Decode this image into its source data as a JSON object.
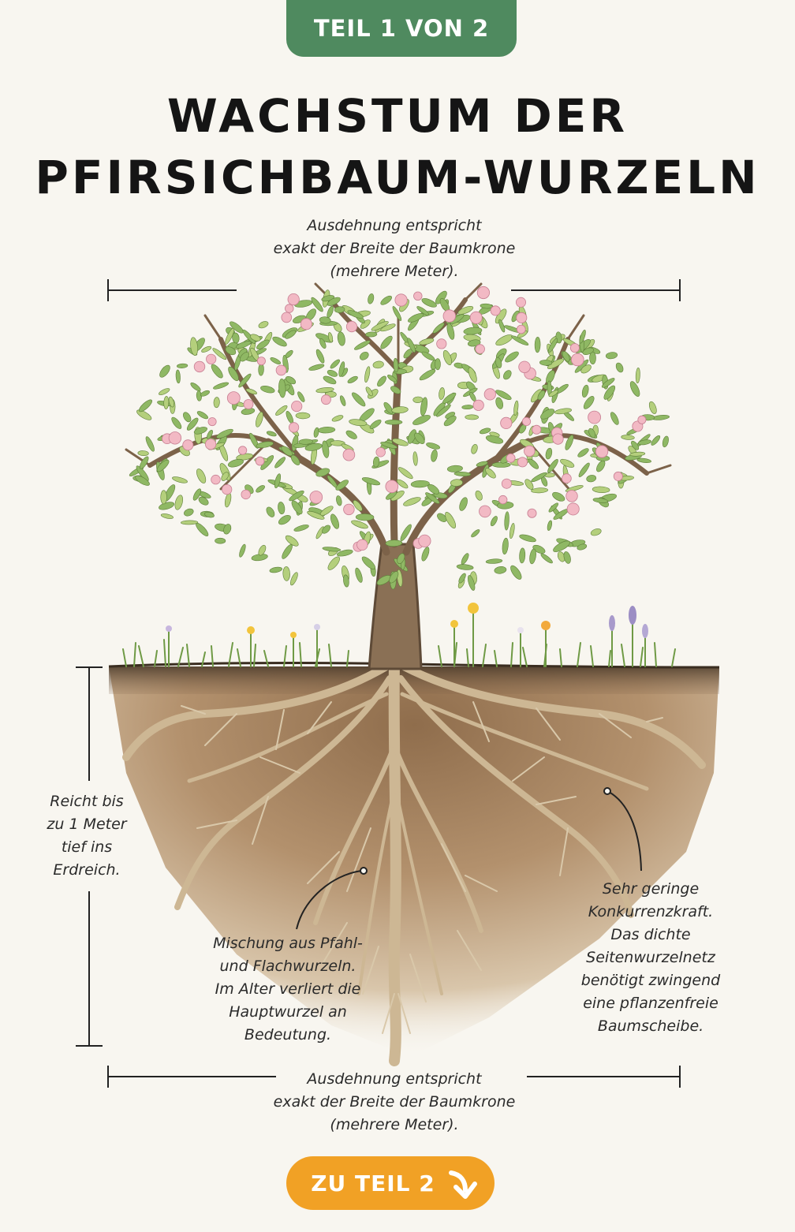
{
  "badge": {
    "label": "TEIL 1 VON 2"
  },
  "title": {
    "line1": "WACHSTUM DER",
    "line2": "PFIRSICHBAUM-WURZELN"
  },
  "annotations": {
    "crown_width": [
      "Ausdehnung entspricht",
      "exakt der Breite der Baumkrone",
      "(mehrere Meter)."
    ],
    "depth": [
      "Reicht bis",
      "zu 1 Meter",
      "tief ins",
      "Erdreich."
    ],
    "root_mix": [
      "Mischung aus Pfahl-",
      "und Flachwurzeln.",
      "Im Alter verliert die",
      "Hauptwurzel an",
      "Bedeutung."
    ],
    "competition": [
      "Sehr geringe",
      "Konkurrenzkraft.",
      "Das dichte",
      "Seitenwurzelnetz",
      "benötigt zwingend",
      "eine pflanzenfreie",
      "Baumscheibe."
    ],
    "root_width": [
      "Ausdehnung entspricht",
      "exakt der Breite der Baumkrone",
      "(mehrere Meter)."
    ]
  },
  "cta": {
    "label": "ZU TEIL 2",
    "icon": "arrow-down-right-icon"
  },
  "colors": {
    "badge": "#4f8a5f",
    "cta": "#f1a125",
    "blossom": "#f2b9c4",
    "leaf": "#8fb864",
    "bark": "#8a7055",
    "soil": "#a98462"
  }
}
